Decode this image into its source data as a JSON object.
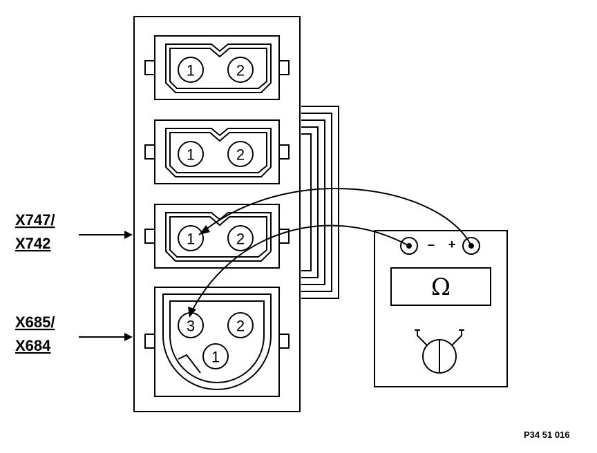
{
  "labels": {
    "upper_connector": [
      "X747/",
      "X742"
    ],
    "lower_connector": [
      "X685/",
      "X684"
    ]
  },
  "connectors": [
    {
      "pins": [
        "1",
        "2"
      ]
    },
    {
      "pins": [
        "1",
        "2"
      ]
    },
    {
      "pins": [
        "1",
        "2"
      ]
    },
    {
      "pins": [
        "3",
        "2",
        "1"
      ]
    }
  ],
  "meter": {
    "symbol": "Ω",
    "minus": "–",
    "plus": "+"
  },
  "figure_code": "P34 51 016"
}
